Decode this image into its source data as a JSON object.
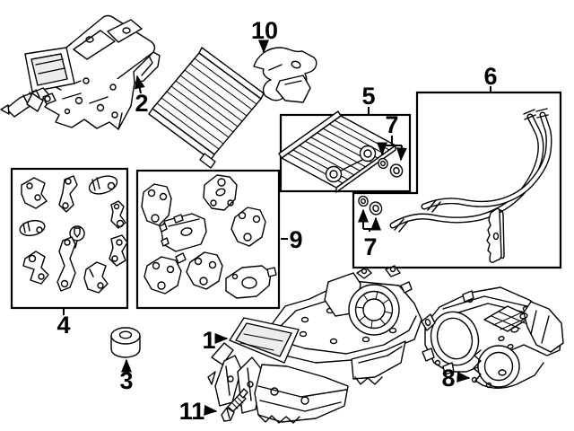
{
  "diagram": {
    "type": "exploded-parts-diagram",
    "colors": {
      "background": "#ffffff",
      "line": "#000000",
      "label_text": "#000000",
      "group_box_border": "#000000"
    },
    "callouts": {
      "c1": {
        "label": "1"
      },
      "c2": {
        "label": "2"
      },
      "c3": {
        "label": "3"
      },
      "c4": {
        "label": "4"
      },
      "c5": {
        "label": "5"
      },
      "c6": {
        "label": "6"
      },
      "c7a": {
        "label": "7"
      },
      "c7b": {
        "label": "7"
      },
      "c8": {
        "label": "8"
      },
      "c9": {
        "label": "9"
      },
      "c10": {
        "label": "10"
      },
      "c11": {
        "label": "11"
      }
    }
  }
}
